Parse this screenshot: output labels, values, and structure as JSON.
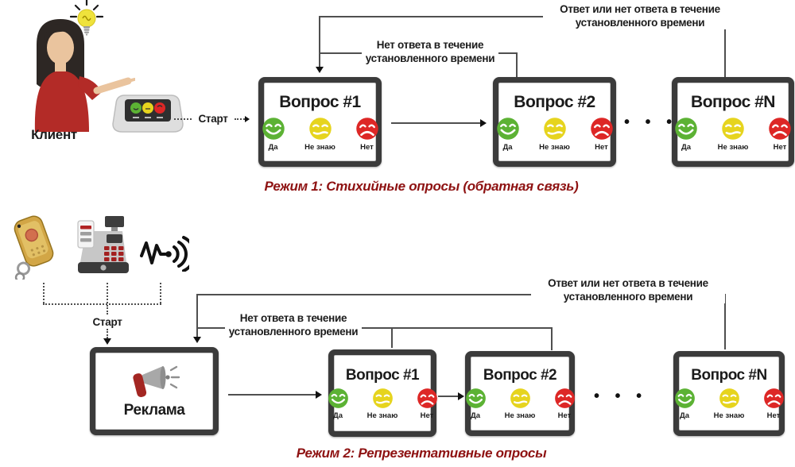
{
  "answers": {
    "yes": "Да",
    "maybe": "Не знаю",
    "no": "Нет"
  },
  "colors": {
    "smiley_yes": "#5cb234",
    "smiley_maybe": "#e6d41e",
    "smiley_no": "#dd2726",
    "caption_red": "#8e1212",
    "tablet_frame": "#3b3b3b"
  },
  "mode1": {
    "client_label": "Клиент",
    "start_label": "Старт",
    "no_answer_line1": "Нет ответа в течение",
    "no_answer_line2": "установленного времени",
    "answer_line1": "Ответ или нет ответа в течение",
    "answer_line2": "установленного времени",
    "tablet1_title": "Вопрос #1",
    "tablet2_title": "Вопрос #2",
    "tabletN_title": "Вопрос #N",
    "ellipsis": "• • •",
    "caption": "Режим 1: Стихийные опросы (обратная связь)"
  },
  "mode2": {
    "start_label": "Старт",
    "ad_title": "Реклама",
    "no_answer_line1": "Нет ответа в течение",
    "no_answer_line2": "установленного времени",
    "answer_line1": "Ответ или нет ответа в течение",
    "answer_line2": "установленного времени",
    "tablet1_title": "Вопрос #1",
    "tablet2_title": "Вопрос #2",
    "tabletN_title": "Вопрос #N",
    "ellipsis": "• • •",
    "caption": "Режим 2: Репрезентативные опросы"
  }
}
